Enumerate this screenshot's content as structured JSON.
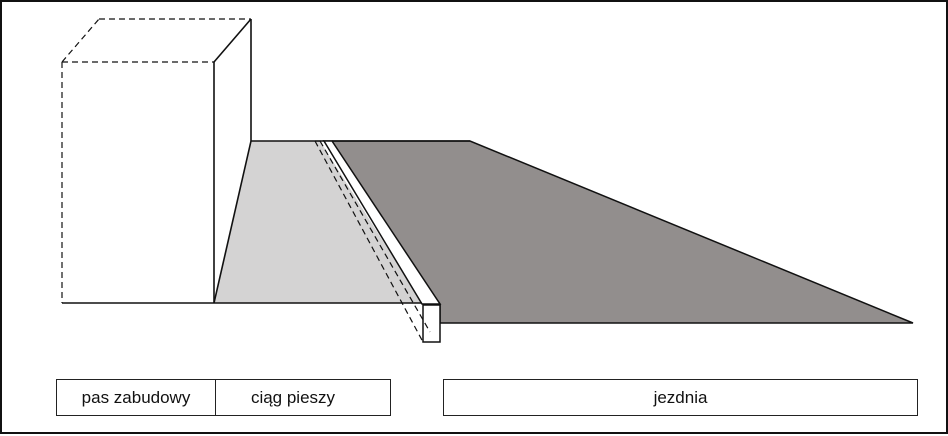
{
  "labels": {
    "pas_zabudowy": "pas zabudowy",
    "ciag_pieszy": "ciąg pieszy",
    "jezdnia": "jezdnia"
  },
  "colors": {
    "sidewalk": "#d4d3d3",
    "roadway": "#928e8d",
    "outline": "#111111"
  }
}
